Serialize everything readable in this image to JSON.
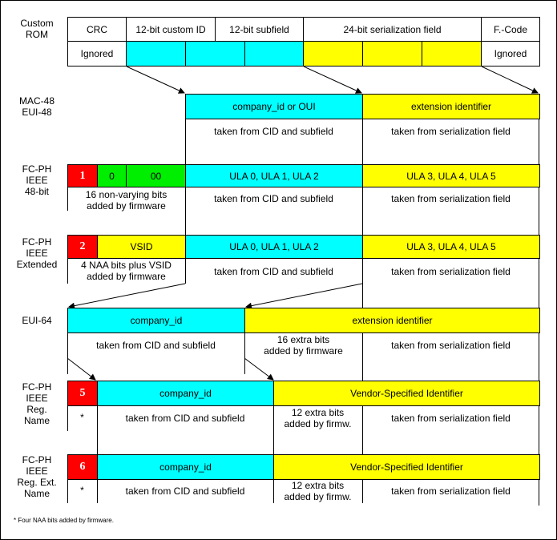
{
  "rows": {
    "custom_rom": {
      "label": "Custom\nROM",
      "headers": [
        "CRC",
        "12-bit custom ID",
        "12-bit subfield",
        "24-bit serialization field",
        "F.-Code"
      ],
      "ignored_left": "Ignored",
      "ignored_right": "Ignored"
    },
    "mac48": {
      "label": "MAC-48\nEUI-48",
      "cyan": "company_id or OUI",
      "yellow": "extension identifier",
      "desc_cid": "taken from CID and subfield",
      "desc_ser": "taken from serialization field"
    },
    "fcph48": {
      "label": "FC-PH\nIEEE\n48-bit",
      "naa": "1",
      "green1": "0",
      "green2": "00",
      "cyan": "ULA 0, ULA 1, ULA 2",
      "yellow": "ULA 3, ULA 4, ULA 5",
      "desc_fw": "16 non-varying bits\nadded by firmware",
      "desc_cid": "taken from CID and subfield",
      "desc_ser": "taken from serialization field"
    },
    "fcphext": {
      "label": "FC-PH\nIEEE\nExtended",
      "naa": "2",
      "vsid": "VSID",
      "cyan": "ULA 0, ULA 1, ULA 2",
      "yellow": "ULA 3, ULA 4, ULA 5",
      "desc_fw": "4 NAA bits plus VSID\nadded by firmware",
      "desc_cid": "taken from CID and subfield",
      "desc_ser": "taken from serialization field"
    },
    "eui64": {
      "label": "EUI-64",
      "cyan": "company_id",
      "yellow": "extension identifier",
      "desc_cid": "taken from CID and subfield",
      "desc_fw": "16 extra bits\nadded by firmware",
      "desc_ser": "taken from serialization field"
    },
    "fcph5": {
      "label": "FC-PH\nIEEE\nReg.\nName",
      "naa": "5",
      "cyan": "company_id",
      "yellow": "Vendor-Specified Identifier",
      "star": "*",
      "desc_cid": "taken from CID and subfield",
      "desc_fw": "12 extra bits\nadded by firmw.",
      "desc_ser": "taken from serialization field"
    },
    "fcph6": {
      "label": "FC-PH\nIEEE\nReg. Ext.\nName",
      "naa": "6",
      "cyan": "company_id",
      "yellow": "Vendor-Specified Identifier",
      "star": "*",
      "desc_cid": "taken from CID and subfield",
      "desc_fw": "12 extra bits\nadded by firmw.",
      "desc_ser": "taken from serialization field"
    }
  },
  "footnote": "* Four NAA bits added by firmware.",
  "colors": {
    "cid": "#00ffff",
    "serial": "#ffff00",
    "firmware": "#00ee00",
    "naa": "#ff0000"
  }
}
